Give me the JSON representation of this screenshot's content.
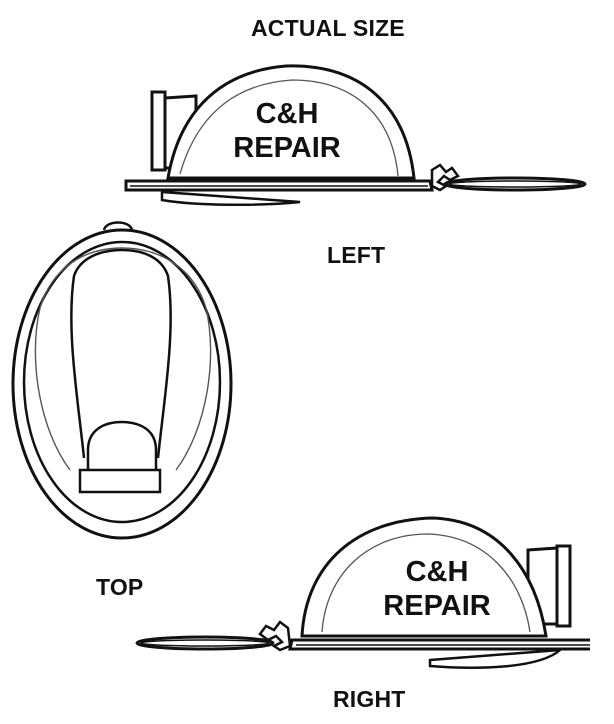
{
  "labels": {
    "title": "ACTUAL SIZE",
    "left": "LEFT",
    "top": "TOP",
    "right": "RIGHT"
  },
  "decal": {
    "line1": "C&H",
    "line2": "REPAIR"
  },
  "colors": {
    "stroke": "#111111",
    "fill": "#ffffff",
    "inner_stroke": "#555555"
  }
}
